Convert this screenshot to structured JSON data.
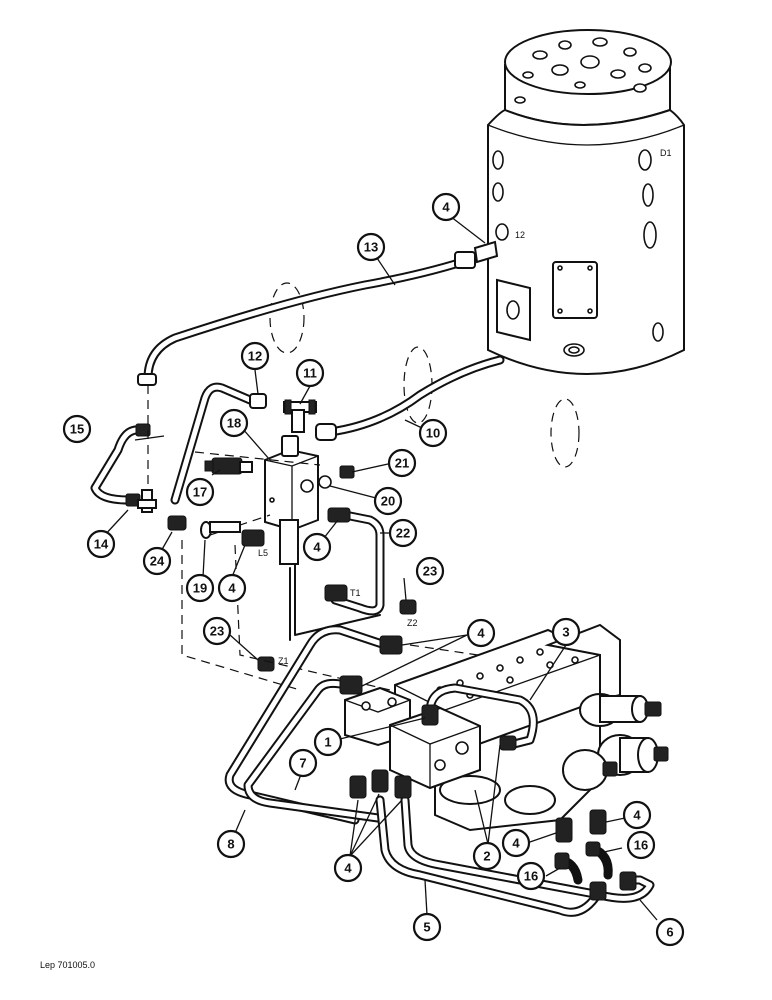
{
  "reference_code": "Lep 701005.0",
  "port_tags": {
    "d1": "D1",
    "p12": "12",
    "t1": "T1",
    "z1": "Z1",
    "z2": "Z2",
    "l5": "L5"
  },
  "callouts": [
    {
      "id": "c1",
      "label": "1"
    },
    {
      "id": "c2",
      "label": "2"
    },
    {
      "id": "c3",
      "label": "3"
    },
    {
      "id": "c4a",
      "label": "4"
    },
    {
      "id": "c4b",
      "label": "4"
    },
    {
      "id": "c4c",
      "label": "4"
    },
    {
      "id": "c4d",
      "label": "4"
    },
    {
      "id": "c4e",
      "label": "4"
    },
    {
      "id": "c4f",
      "label": "4"
    },
    {
      "id": "c4g",
      "label": "4"
    },
    {
      "id": "c4h",
      "label": "4"
    },
    {
      "id": "c5",
      "label": "5"
    },
    {
      "id": "c6",
      "label": "6"
    },
    {
      "id": "c7",
      "label": "7"
    },
    {
      "id": "c8",
      "label": "8"
    },
    {
      "id": "c10",
      "label": "10"
    },
    {
      "id": "c11",
      "label": "11"
    },
    {
      "id": "c12",
      "label": "12"
    },
    {
      "id": "c13",
      "label": "13"
    },
    {
      "id": "c14",
      "label": "14"
    },
    {
      "id": "c15",
      "label": "15"
    },
    {
      "id": "c16a",
      "label": "16"
    },
    {
      "id": "c16b",
      "label": "16"
    },
    {
      "id": "c17",
      "label": "17"
    },
    {
      "id": "c18",
      "label": "18"
    },
    {
      "id": "c19",
      "label": "19"
    },
    {
      "id": "c20",
      "label": "20"
    },
    {
      "id": "c21",
      "label": "21"
    },
    {
      "id": "c22",
      "label": "22"
    },
    {
      "id": "c23a",
      "label": "23"
    },
    {
      "id": "c23b",
      "label": "23"
    },
    {
      "id": "c24",
      "label": "24"
    }
  ]
}
